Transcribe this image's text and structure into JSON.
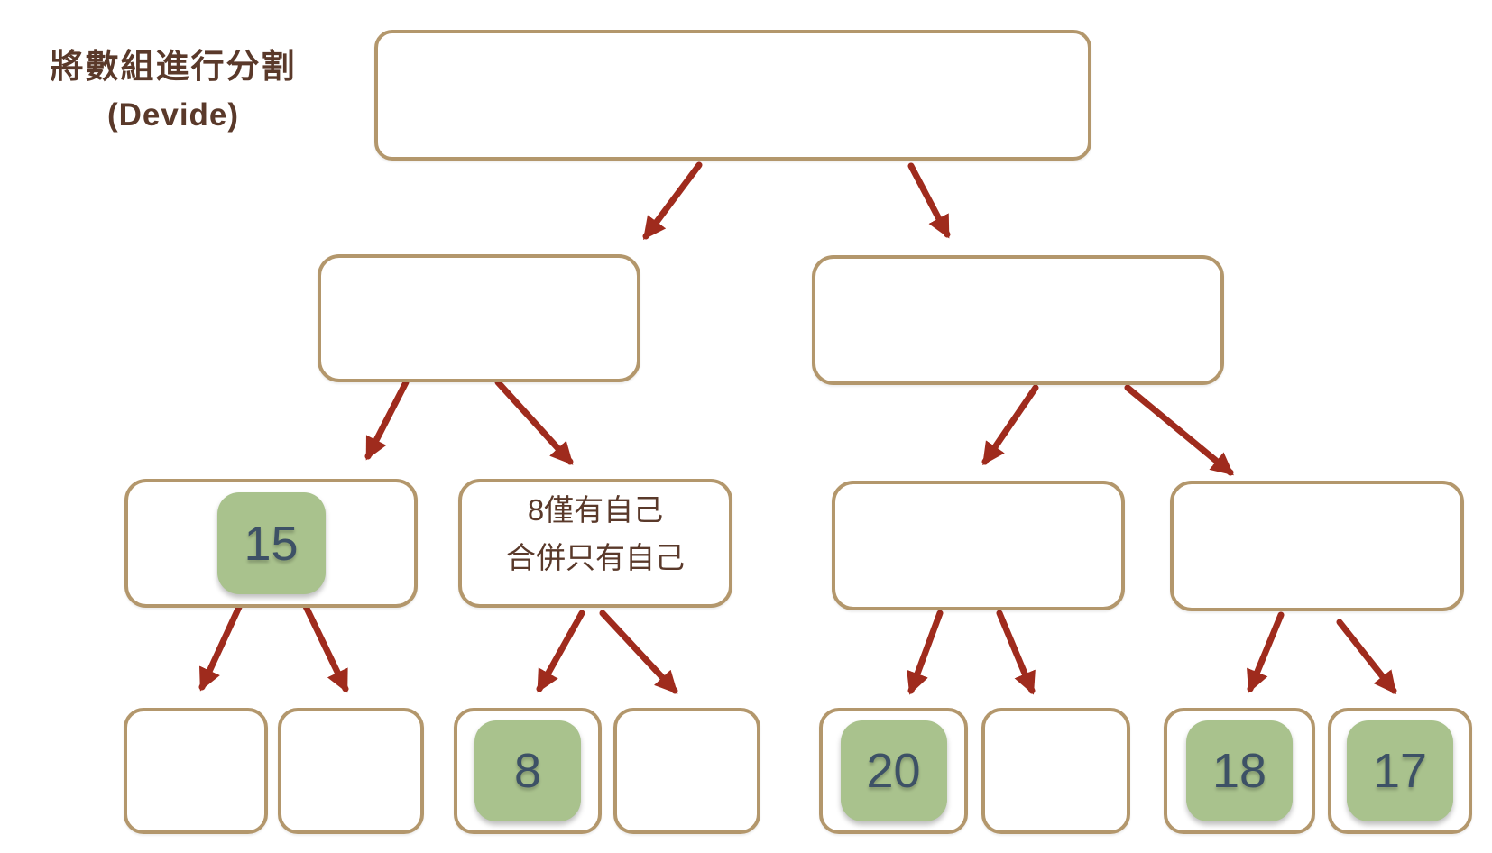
{
  "title": {
    "line1": "將數組進行分割",
    "line2": "(Devide)"
  },
  "note": {
    "line1": "8僅有自己",
    "line2": "合併只有自己"
  },
  "tiles": {
    "t15": "15",
    "t8": "8",
    "t20": "20",
    "t18": "18",
    "t17": "17"
  },
  "colors": {
    "box_border": "#b3976c",
    "arrow_red": "#9f2b1d",
    "tile_green": "#a9c28d",
    "number_navy": "#3d5166",
    "text_brown": "#5a392a",
    "background": "#ffffff"
  }
}
